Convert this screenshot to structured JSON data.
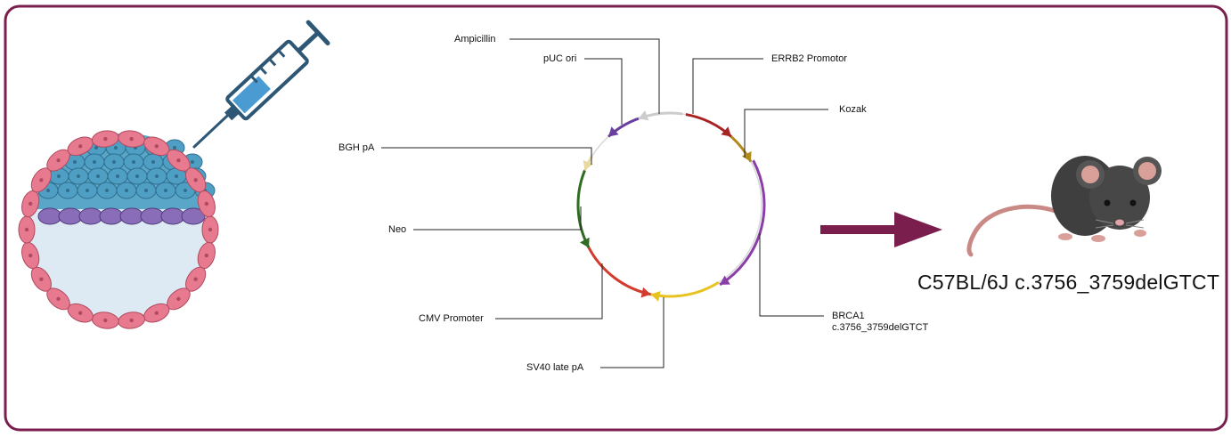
{
  "colors": {
    "frame": "#7a1f4d",
    "arrow": "#7a1f4d",
    "ampicillin": "#cccccc",
    "puc_ori": "#6a3fa0",
    "errb2": "#a82323",
    "kozak": "#b08a1a",
    "brca1": "#8a3fa8",
    "sv40": "#e8c21f",
    "cmv": "#d23b2e",
    "neo": "#2f6b22",
    "bgh": "#e8d9a3"
  },
  "plasmid": {
    "labels": {
      "ampicillin": "Ampicillin",
      "puc_ori": "pUC ori",
      "errb2": "ERRB2 Promotor",
      "kozak": "Kozak",
      "bgh": "BGH pA",
      "neo": "Neo",
      "brca1_line1": "BRCA1",
      "brca1_line2": "c.3756_3759delGTCT",
      "cmv": "CMV Promoter",
      "sv40": "SV40 late pA"
    }
  },
  "mouse": {
    "caption": "C57BL/6J c.3756_3759delGTCT"
  },
  "icons": {
    "injection": "syringe-icon",
    "embryo": "blastocyst-icon",
    "transition": "right-arrow-icon",
    "animal": "mouse-icon"
  }
}
